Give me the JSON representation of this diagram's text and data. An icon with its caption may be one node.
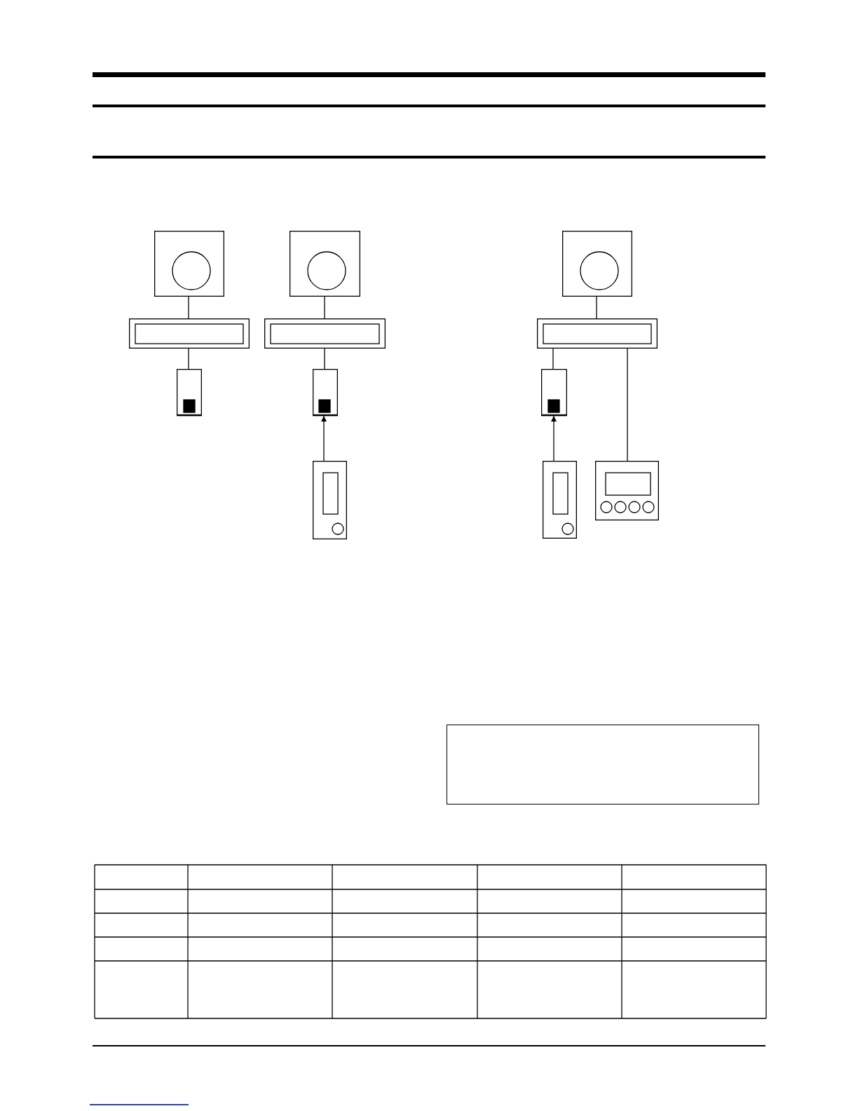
{
  "diagram": {
    "nodes": [
      {
        "text": [],
        "shape": "box"
      },
      {
        "text": [],
        "shape": "bar"
      },
      {
        "text": [],
        "shape": "box"
      },
      {
        "text": [],
        "shape": "box"
      },
      {
        "text": [],
        "shape": "bar"
      },
      {
        "text": [],
        "shape": "box"
      },
      {
        "text": [],
        "shape": "box"
      },
      {
        "text": [],
        "shape": "box"
      },
      {
        "text": [],
        "shape": "bar"
      },
      {
        "text": [],
        "shape": "box"
      },
      {
        "text": [],
        "shape": "box"
      },
      {
        "text": [],
        "shape": "box"
      }
    ],
    "edges": [
      {
        "from": 0,
        "to": 1,
        "arrow": "none"
      },
      {
        "from": 1,
        "to": 2,
        "arrow": "none"
      },
      {
        "from": 3,
        "to": 4,
        "arrow": "none"
      },
      {
        "from": 4,
        "to": 5,
        "arrow": "none"
      },
      {
        "from": 6,
        "to": 5,
        "arrow": "to"
      },
      {
        "from": 7,
        "to": 8,
        "arrow": "none"
      },
      {
        "from": 8,
        "to": 9,
        "arrow": "none"
      },
      {
        "from": 10,
        "to": 9,
        "arrow": "to"
      },
      {
        "from": 8,
        "to": 11,
        "arrow": "none"
      }
    ]
  }
}
